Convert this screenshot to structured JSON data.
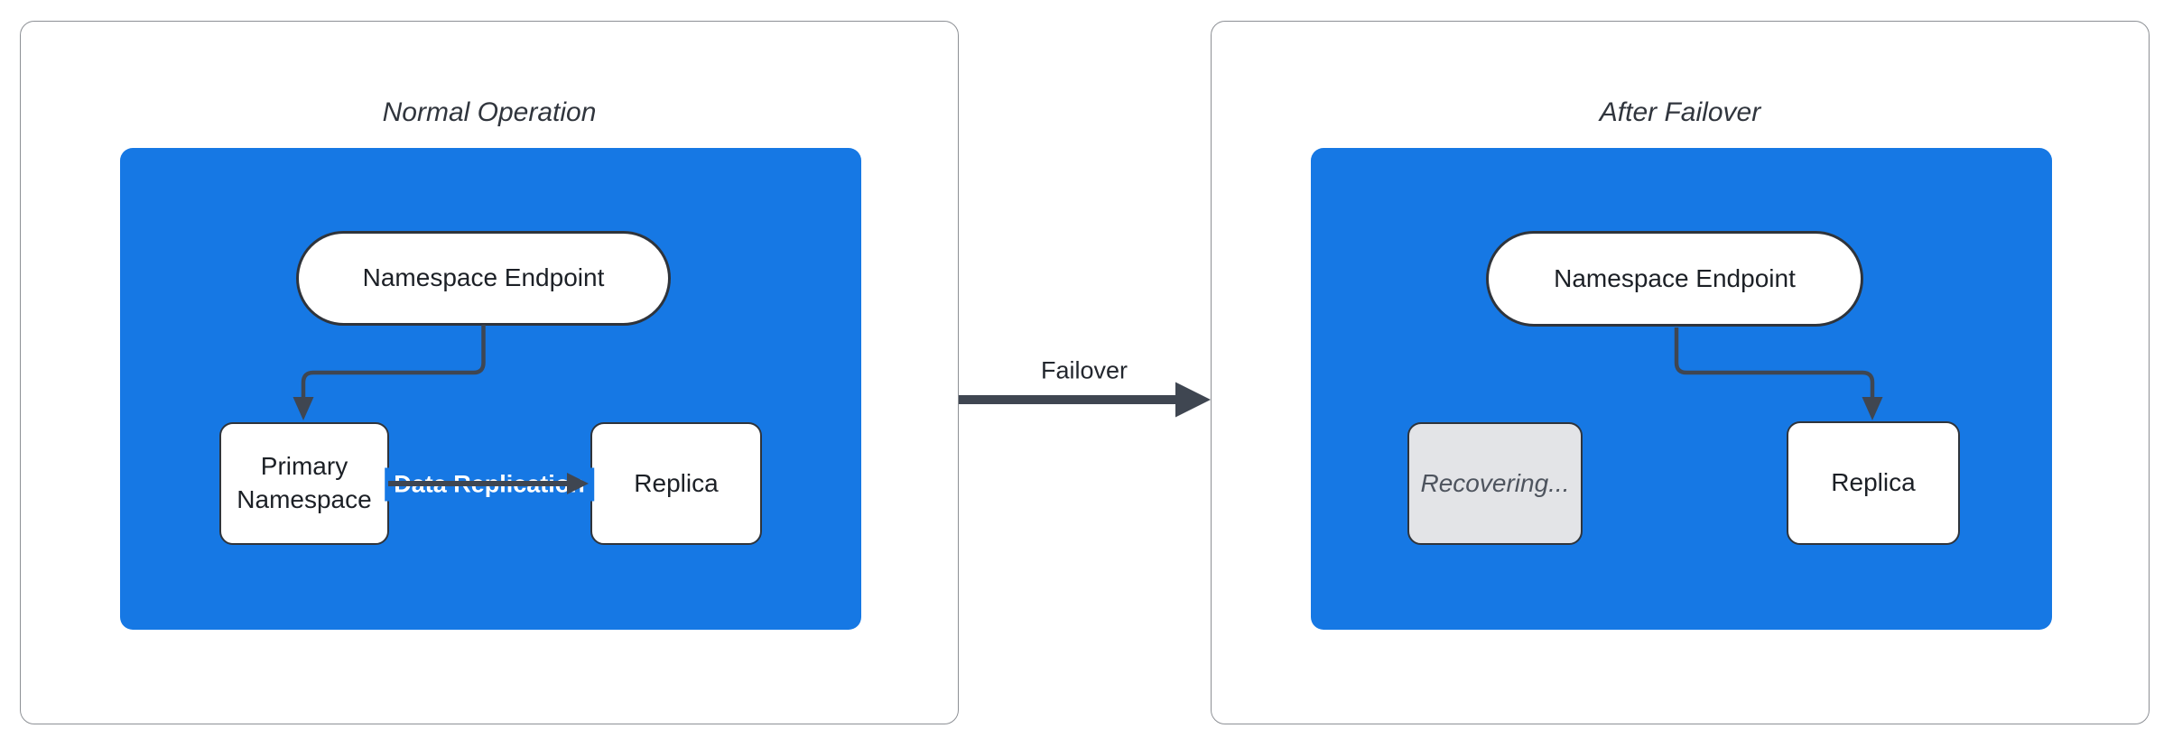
{
  "diagram": {
    "kind": "failover-architecture",
    "background": "#ffffff"
  },
  "colors": {
    "container_blue": "#1678e4",
    "edge_stroke": "#3f4651",
    "node_border": "#2f343b",
    "node_fill": "#ffffff",
    "recovering_fill": "#e3e4e7",
    "recovering_text": "#4e545e",
    "title_text": "#30353d",
    "panel_border": "#8d9095",
    "edge_label_text": "#ffffff"
  },
  "panels": [
    {
      "id": "normal-operation",
      "title": "Normal Operation",
      "nodes": {
        "endpoint": {
          "label": "Namespace Endpoint",
          "shape": "pill"
        },
        "primary": {
          "label": "Primary Namespace",
          "shape": "rect"
        },
        "replica": {
          "label": "Replica",
          "shape": "rect"
        }
      },
      "edges": [
        {
          "from": "endpoint",
          "to": "primary",
          "label": ""
        },
        {
          "from": "primary",
          "to": "replica",
          "label": "Data Replication"
        }
      ],
      "edge_label": "Data Replication"
    },
    {
      "id": "after-failover",
      "title": "After Failover",
      "nodes": {
        "endpoint": {
          "label": "Namespace Endpoint",
          "shape": "pill"
        },
        "recovering": {
          "label": "Recovering...",
          "shape": "rect",
          "state": "degraded"
        },
        "replica": {
          "label": "Replica",
          "shape": "rect"
        }
      },
      "edges": [
        {
          "from": "endpoint",
          "to": "replica",
          "label": ""
        }
      ]
    }
  ],
  "transition": {
    "label": "Failover",
    "from_panel": "normal-operation",
    "to_panel": "after-failover"
  }
}
